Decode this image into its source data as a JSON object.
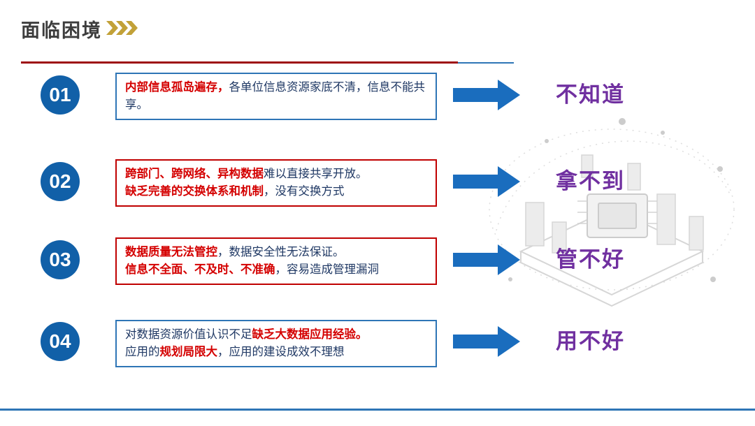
{
  "title": "面临困境",
  "rows": [
    {
      "number": "01",
      "parts": {
        "p1": "内部信息孤岛遍存，",
        "p2": "各单位信息资源家底不清，信息不能共享。"
      },
      "result": "不知道"
    },
    {
      "number": "02",
      "parts": {
        "p1": "跨部门、跨网络、异构数据",
        "p2": "难以直接共享开放。",
        "p3": "缺乏完善的交换体系和机制",
        "p4": "，没有交换方式"
      },
      "result": "拿不到"
    },
    {
      "number": "03",
      "parts": {
        "p1": "数据质量无法管控",
        "p2": "，数据安全性无法保证。",
        "p3": "信息不全面、不及时、不准确",
        "p4": "，容易造成管理漏洞"
      },
      "result": "管不好"
    },
    {
      "number": "04",
      "parts": {
        "p1": "对数据资源价值认识不足",
        "p2": "缺乏大数据应用经验。",
        "p3": "应用的",
        "p4": "规划局限大",
        "p5": "，应用的建设成效不理想"
      },
      "result": "用不好"
    }
  ],
  "colors": {
    "step_circle_blue": "#1160a8",
    "arrow_blue": "#1a6dbe",
    "emphasis_red": "#d40000",
    "body_navy": "#1f3864",
    "result_purple": "#7030a0",
    "box_border_blue": "#2e75b6",
    "box_border_red": "#c00000",
    "divider_dark_red": "#9e0b0f",
    "chevron_gold": "#c2a138"
  }
}
